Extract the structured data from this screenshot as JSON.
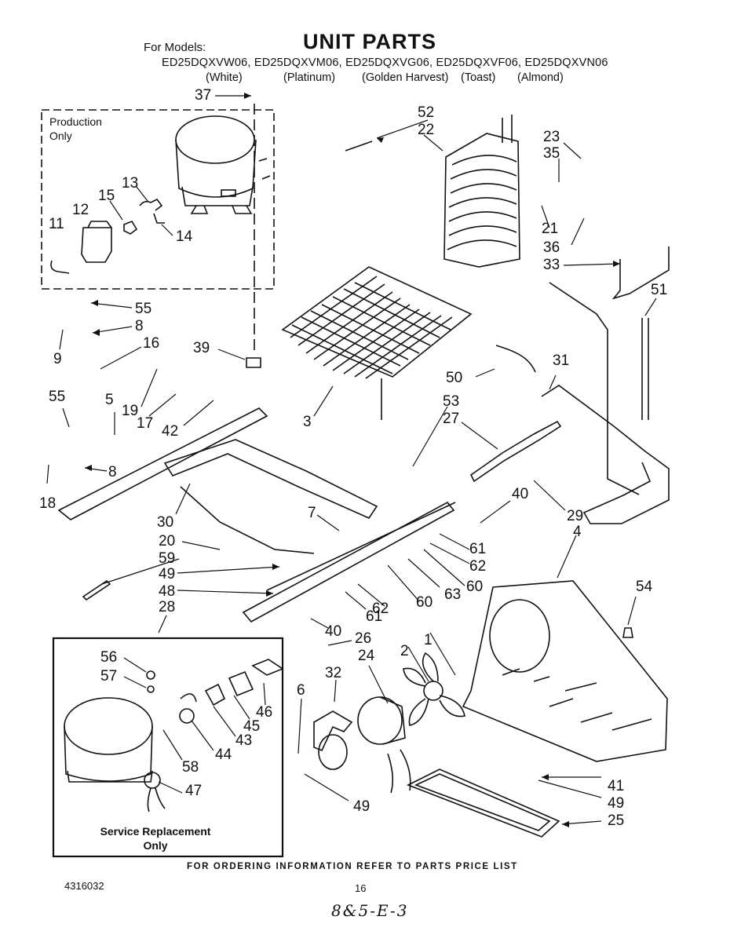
{
  "header": {
    "for_models_label": "For Models:",
    "title": "UNIT PARTS",
    "models_line": "ED25DQXVW06, ED25DQXVM06, ED25DQXVG06, ED25DQXVF06, ED25DQXVN06",
    "colors": [
      "(White)",
      "(Platinum)",
      "(Golden Harvest)",
      "(Toast)",
      "(Almond)"
    ]
  },
  "boxes": {
    "production_only": [
      "Production",
      "Only"
    ],
    "service_replacement": [
      "Service Replacement",
      "Only"
    ]
  },
  "callouts": {
    "c37": "37",
    "c52": "52",
    "c22": "22",
    "c23": "23",
    "c35": "35",
    "c21": "21",
    "c36": "36",
    "c33": "33",
    "c51": "51",
    "c13": "13",
    "c15": "15",
    "c12": "12",
    "c11": "11",
    "c14": "14",
    "c55a": "55",
    "c8a": "8",
    "c16": "16",
    "c9": "9",
    "c39": "39",
    "c55b": "55",
    "c5": "5",
    "c19": "19",
    "c17": "17",
    "c42": "42",
    "c3": "3",
    "c50": "50",
    "c31": "31",
    "c53": "53",
    "c27": "27",
    "c8b": "8",
    "c18": "18",
    "c40a": "40",
    "c29": "29",
    "c4": "4",
    "c30": "30",
    "c7": "7",
    "c61a": "61",
    "c62a": "62",
    "c20": "20",
    "c59": "59",
    "c49a": "49",
    "c63": "63",
    "c60a": "60",
    "c48": "48",
    "c28": "28",
    "c60b": "60",
    "c62b": "62",
    "c61b": "61",
    "c54": "54",
    "c40b": "40",
    "c26": "26",
    "c2": "2",
    "c1": "1",
    "c24": "24",
    "c56": "56",
    "c57": "57",
    "c32": "32",
    "c6": "6",
    "c46": "46",
    "c45": "45",
    "c43": "43",
    "c44": "44",
    "c58": "58",
    "c47": "47",
    "c41": "41",
    "c49b": "49",
    "c49c": "49",
    "c25": "25"
  },
  "footer": {
    "note": "FOR ORDERING INFORMATION REFER TO PARTS PRICE LIST",
    "doc_number": "4316032",
    "page_number": "16",
    "handwritten": "8&5-E-3"
  }
}
